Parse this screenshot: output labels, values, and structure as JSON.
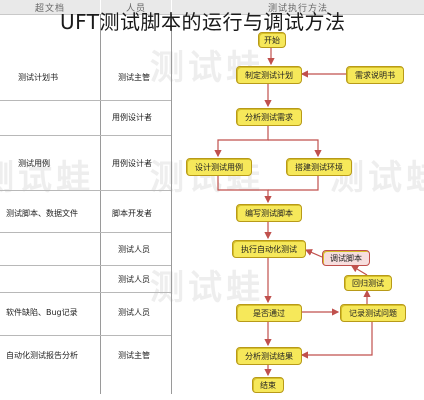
{
  "title": "UFT测试脚本的运行与调试方法",
  "column_headers": [
    "超文档",
    "人员",
    "测试执行方法"
  ],
  "rows": [
    {
      "doc": "测试计划书",
      "role": "测试主管"
    },
    {
      "doc": "",
      "role": "用例设计者"
    },
    {
      "doc": "测试用例",
      "role": "用例设计者"
    },
    {
      "doc": "测试脚本、数据文件",
      "role": "脚本开发者"
    },
    {
      "doc": "",
      "role": "测试人员"
    },
    {
      "doc": "",
      "role": "测试人员"
    },
    {
      "doc": "软件缺陷、Bug记录",
      "role": "测试人员"
    },
    {
      "doc": "自动化测试报告分析",
      "role": "测试主管"
    }
  ],
  "nodes": {
    "start": "开始",
    "plan": "制定测试计划",
    "req": "需求说明书",
    "analyze": "分析测试需求",
    "design_case": "设计测试用例",
    "build_env": "搭建测试环境",
    "write_script": "编写测试脚本",
    "run": "执行自动化测试",
    "debug": "调试脚本",
    "fix": "回归测试",
    "result": "是否通过",
    "record": "记录测试问题",
    "analyze_result": "分析测试结果",
    "end": "结束"
  }
}
